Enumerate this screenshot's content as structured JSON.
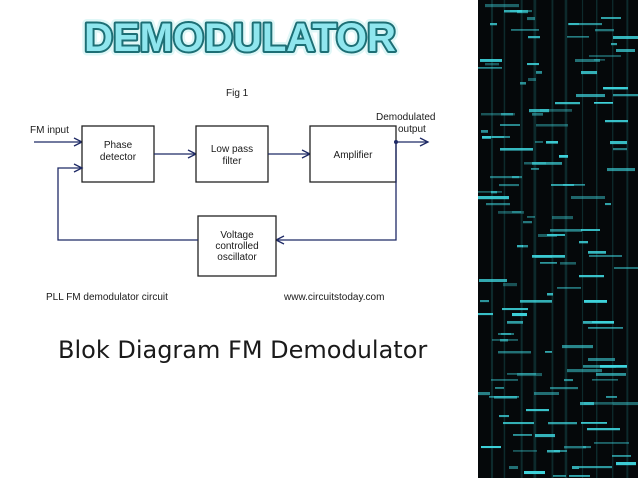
{
  "slide": {
    "title": "DEMODULATOR",
    "caption": "Blok Diagram FM Demodulator",
    "colors": {
      "title_fill": "#8fe6ee",
      "title_stroke": "#1d6f75",
      "title_outer": "#dff7f7",
      "accent_strip": "#3fd6de"
    }
  },
  "diagram": {
    "fig_label": "Fig 1",
    "input_label": "FM input",
    "output_label_line1": "Demodulated",
    "output_label_line2": "output",
    "blocks": {
      "phase_detector": [
        "Phase",
        "detector"
      ],
      "low_pass_filter": [
        "Low pass",
        "filter"
      ],
      "amplifier": [
        "Amplifier"
      ],
      "vco": [
        "Voltage",
        "controlled",
        "oscillator"
      ]
    },
    "footer_left": "PLL FM demodulator circuit",
    "footer_right": "www.circuitstoday.com"
  }
}
